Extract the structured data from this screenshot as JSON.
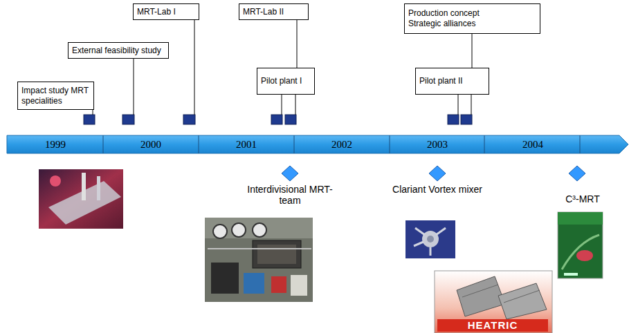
{
  "diagram": {
    "nodes": [
      {
        "text": [
          "Impact study MRT specialities"
        ]
      },
      {
        "text": [
          "External feasibility study"
        ]
      },
      {
        "text": [
          "MRT-Lab I"
        ]
      },
      {
        "text": [
          "MRT-Lab II"
        ]
      },
      {
        "text": [
          "Pilot plant I"
        ]
      },
      {
        "text": [
          "Production concept Strategic alliances"
        ]
      },
      {
        "text": [
          "Pilot plant II"
        ]
      },
      {
        "text": [
          "Interdivisional MRT-team"
        ]
      },
      {
        "text": [
          "Clariant Vortex mixer"
        ]
      },
      {
        "text": [
          "C³-MRT"
        ]
      }
    ],
    "labels": [
      "1999",
      "2000",
      "2001",
      "2002",
      "2003",
      "2004",
      "HEATRIC"
    ]
  }
}
